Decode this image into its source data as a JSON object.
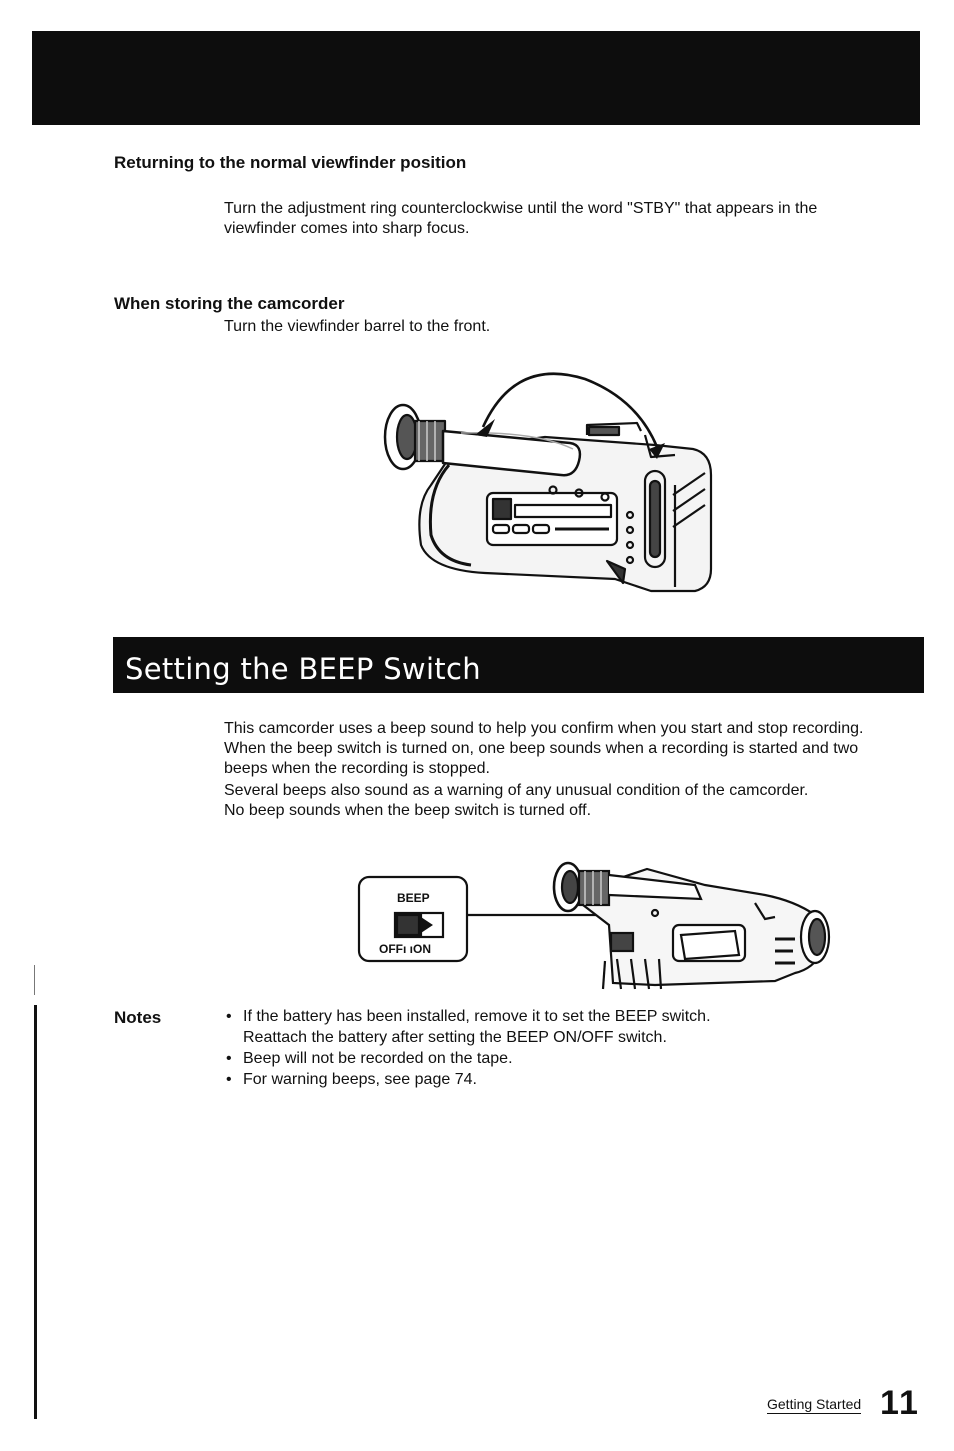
{
  "sections": {
    "returning": {
      "heading": "Returning to the normal viewfinder position",
      "line1": "Turn the adjustment ring counterclockwise until the word \"STBY\" that appears in the",
      "line2": "viewfinder comes into sharp focus."
    },
    "storing": {
      "heading": "When storing the camcorder",
      "line1": "Turn the viewfinder barrel to the front."
    }
  },
  "beep_section": {
    "title": "Setting the BEEP Switch",
    "intro_lines": [
      "This camcorder uses a beep sound to help you confirm when you start and stop recording.",
      "When the beep switch is turned on, one beep sounds when a recording is started and two",
      "beeps when the recording is stopped.",
      "Several beeps also sound as a warning of any unusual condition of the camcorder.",
      "No beep sounds when the beep switch is turned off."
    ],
    "switch_label_top": "BEEP",
    "switch_label_bottom": "OFFı ıON"
  },
  "notes": {
    "label": "Notes",
    "items": [
      "If the battery has been installed, remove it to set the BEEP switch.",
      "Beep will not be recorded on the tape.",
      "For warning beeps, see page 74."
    ],
    "item1_continuation": "Reattach the battery after setting the BEEP ON/OFF switch."
  },
  "footer": {
    "label": "Getting Started",
    "page": "11"
  },
  "colors": {
    "band": "#0d0d0d",
    "text": "#111111",
    "band_text": "#ffffff"
  }
}
